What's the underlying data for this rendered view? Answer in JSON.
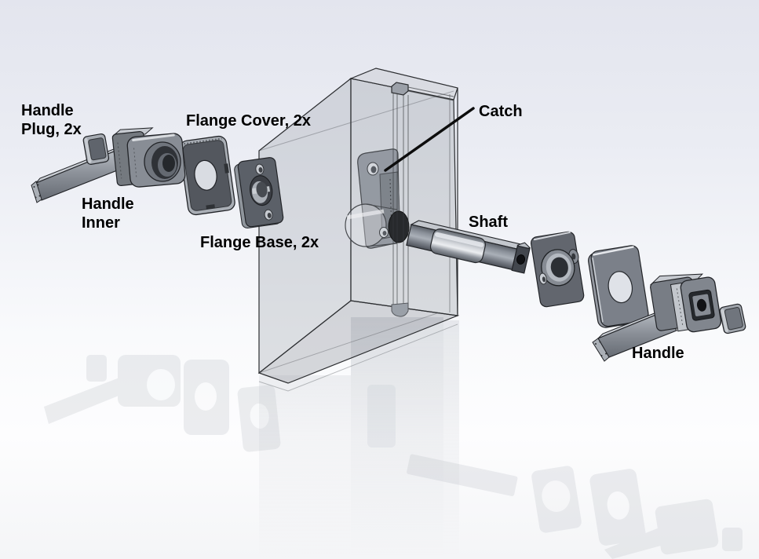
{
  "labels": {
    "handle_plug": {
      "line1": "Handle",
      "line2": "Plug, 2x"
    },
    "flange_cover": {
      "text": "Flange Cover, 2x"
    },
    "handle_inner": {
      "line1": "Handle",
      "line2": "Inner"
    },
    "flange_base": {
      "text": "Flange Base, 2x"
    },
    "catch": {
      "text": "Catch"
    },
    "shaft": {
      "text": "Shaft"
    },
    "handle": {
      "text": "Handle"
    }
  },
  "colors": {
    "background_top": "#e3e5ee",
    "background_bottom": "#f4f5f7",
    "part_mid_gray": "#80858d",
    "part_light_gray": "#c7cbd1",
    "part_dark_gray": "#55595f",
    "recess_dark": "#26292d",
    "bolt_dark": "#17191c",
    "outline": "#222428",
    "label_text": "#000000",
    "leader_line": "#0d0d0d"
  }
}
